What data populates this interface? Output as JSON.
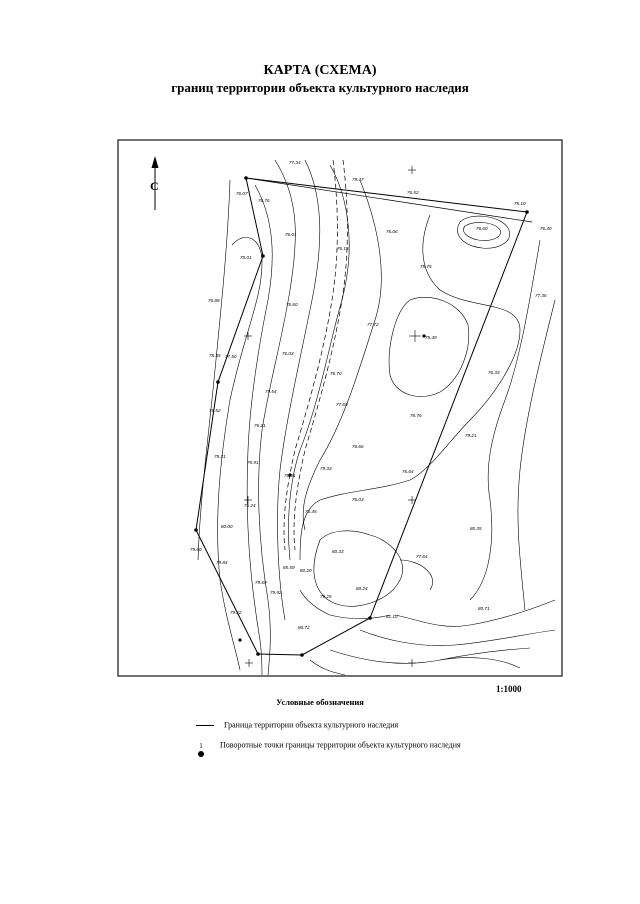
{
  "title": {
    "line1": "КАРТА (СХЕМА)",
    "line2": "границ территории объекта культурного наследия"
  },
  "north_label": "С",
  "scale_label": "1:1000",
  "legend": {
    "title": "Условные обозначения",
    "boundary_label": "Граница территории объекта культурного наследия",
    "turning_point_number": "1",
    "turning_points_label": "Поворотные точки границы территории объекта культурного наследия"
  },
  "elevation_labels": [
    "77.34",
    "79.47",
    "76.52",
    "75.10",
    "76.40",
    "76.07",
    "76.76",
    "76.01",
    "76.15",
    "76.06",
    "76.60",
    "75.75",
    "75.01",
    "76.88",
    "77.36",
    "76.60",
    "77.72",
    "75.49",
    "76.03",
    "75.35",
    "77.50",
    "76.33",
    "76.70",
    "79.54",
    "77.69",
    "78.76",
    "76.52",
    "76.21",
    "79.21",
    "76.66",
    "79.31",
    "75.91",
    "79.33",
    "76.64",
    "76.01",
    "76.03",
    "75.24",
    "76.45",
    "80.35",
    "80.00",
    "79.60",
    "80.33",
    "77.64",
    "79.84",
    "85.59",
    "80.20",
    "79.69",
    "79.92",
    "80.24",
    "80.71",
    "79.25",
    "79.22",
    "80.72",
    "81.10"
  ]
}
